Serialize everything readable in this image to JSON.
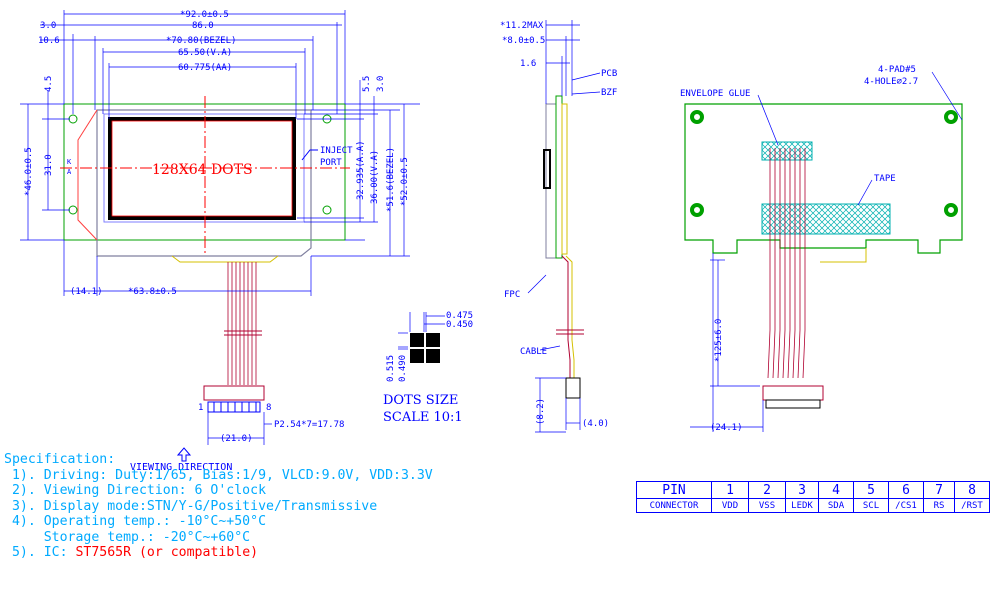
{
  "colors": {
    "outline": "#00a000",
    "dimension": "#0000ff",
    "centerline": "#ff0000",
    "cable": "#b00030",
    "spec": "#00aaff",
    "highlight": "#ff0000",
    "lcd": "#ff0000",
    "bezel": "#7f7f9f",
    "pcb": "#00a000",
    "fpc": "#d4c000"
  },
  "front": {
    "top_dims": {
      "d1": "*92.0±0.5",
      "d2": "86.0",
      "d3": "*70.80(BEZEL)",
      "d4": "65.50(V.A)",
      "d5": "60.775(AA)",
      "left1": "3.0",
      "left2": "10.6"
    },
    "left_dims": {
      "d1": "4.5",
      "d2": "31.0",
      "d3": "*46.0±0.5"
    },
    "right_dims": {
      "d1": "5.5",
      "d2": "3.0",
      "d3": "32.935(A.A)",
      "d4": "36.00(V.A)",
      "d5": "*51.6(BEZEL)",
      "d6": "*52.0±0.5"
    },
    "bottom_dims": {
      "d1": "(14.1)",
      "d2": "*63.8±0.5",
      "d3": "(21.0)",
      "d4": "P2.54*7=17.78"
    },
    "center_label": "128X64 DOTS",
    "inject_port": [
      "INJECT",
      "PORT"
    ],
    "k_label": "K",
    "a_label": "A",
    "connector_pin1": "1",
    "connector_pin8": "8",
    "viewing_direction": "VIEWING DIRECTION"
  },
  "dots": {
    "w1": "0.475",
    "w2": "0.450",
    "h1": "0.515",
    "h2": "0.490",
    "label1": "DOTS SIZE",
    "label2": "SCALE 10:1"
  },
  "side": {
    "d1": "*11.2MAX",
    "d2": "*8.0±0.5",
    "d3": "1.6",
    "pcb": "PCB",
    "bzf": "BZF",
    "fpc": "FPC",
    "cable": "CABLE",
    "h": "(8.2)",
    "w": "(4.0)"
  },
  "back": {
    "pad": "4-PAD#5",
    "hole": "4-HOLE⌀2.7",
    "envelope_glue": "ENVELOPE GLUE",
    "tape": "TAPE",
    "len": "*125±6.0",
    "off": "(24.1)"
  },
  "spec": {
    "title": "Specification:",
    "l1": " 1). Driving: Duty:1/65, Bias:1/9, VLCD:9.0V, VDD:3.3V",
    "l2": " 2). Viewing Direction: 6 O'clock",
    "l3": " 3). Display mode:STN/Y-G/Positive/Transmissive",
    "l4": " 4). Operating temp.: -10°C~+50°C",
    "l5": "     Storage temp.: -20°C~+60°C",
    "l6_prefix": " 5). IC: ",
    "l6_value": "ST7565R (or compatible)"
  },
  "pin_table": {
    "header_label": "PIN",
    "row_label": "CONNECTOR",
    "numbers": [
      "1",
      "2",
      "3",
      "4",
      "5",
      "6",
      "7",
      "8"
    ],
    "names": [
      "VDD",
      "VSS",
      "LEDK",
      "SDA",
      "SCL",
      "/CS1",
      "RS",
      "/RST"
    ]
  }
}
